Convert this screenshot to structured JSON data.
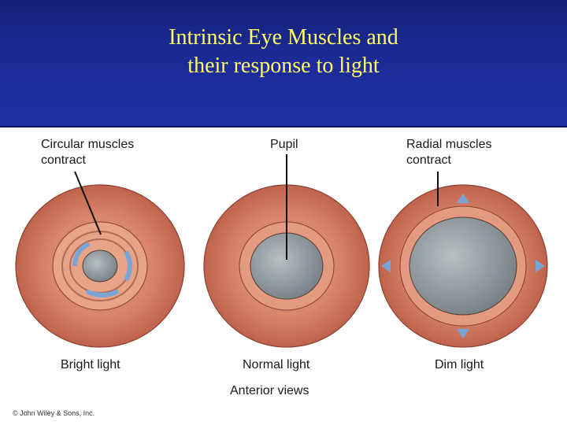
{
  "title": {
    "line1": "Intrinsic Eye Muscles and",
    "line2": "their response to light"
  },
  "labels": {
    "circular_line1": "Circular muscles",
    "circular_line2": "contract",
    "pupil": "Pupil",
    "radial_line1": "Radial muscles",
    "radial_line2": "contract",
    "bright": "Bright light",
    "normal": "Normal light",
    "dim": "Dim light",
    "views": "Anterior views"
  },
  "copyright": "© John Wiley & Sons, Inc.",
  "colors": {
    "header": "#1e2c9a",
    "title": "#ffff66",
    "iris": "#d9836a",
    "pupil": "#8f999e",
    "arrow": "#7aa6d6"
  }
}
